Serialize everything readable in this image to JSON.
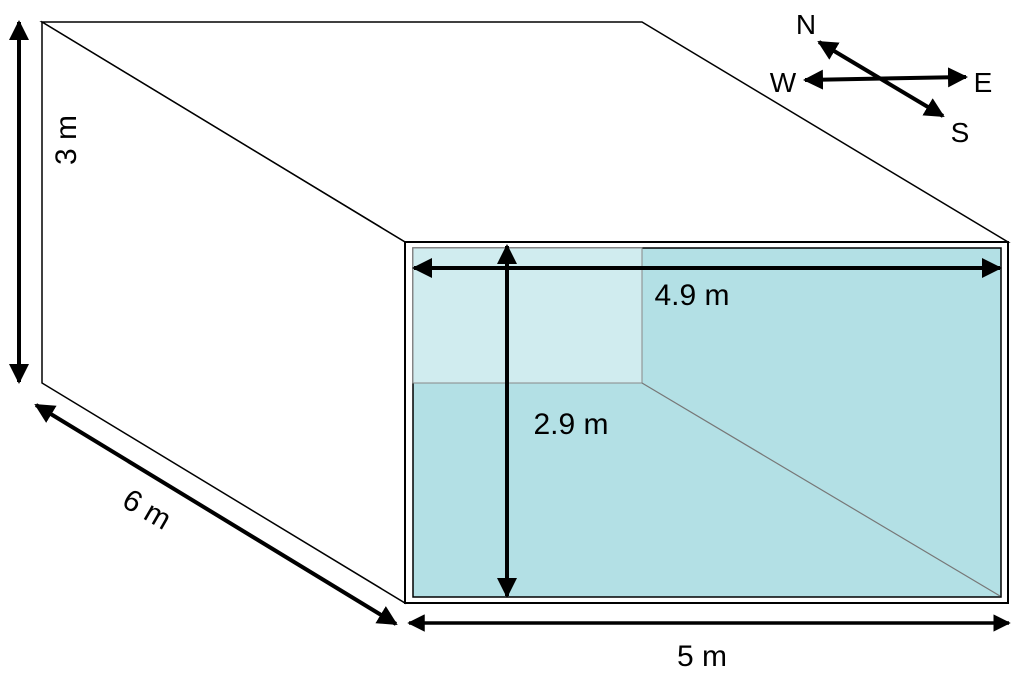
{
  "labels": {
    "height_outer": "3 m",
    "depth_outer": "6 m",
    "width_outer": "5 m",
    "width_inner": "4.9 m",
    "height_inner": "2.9 m"
  },
  "compass": {
    "north": "N",
    "south": "S",
    "east": "E",
    "west": "W"
  },
  "colors": {
    "outline": "#000000",
    "inner_back": "#b3e0e5",
    "inner_light": "#d0ecef",
    "arrow": "#000000"
  }
}
